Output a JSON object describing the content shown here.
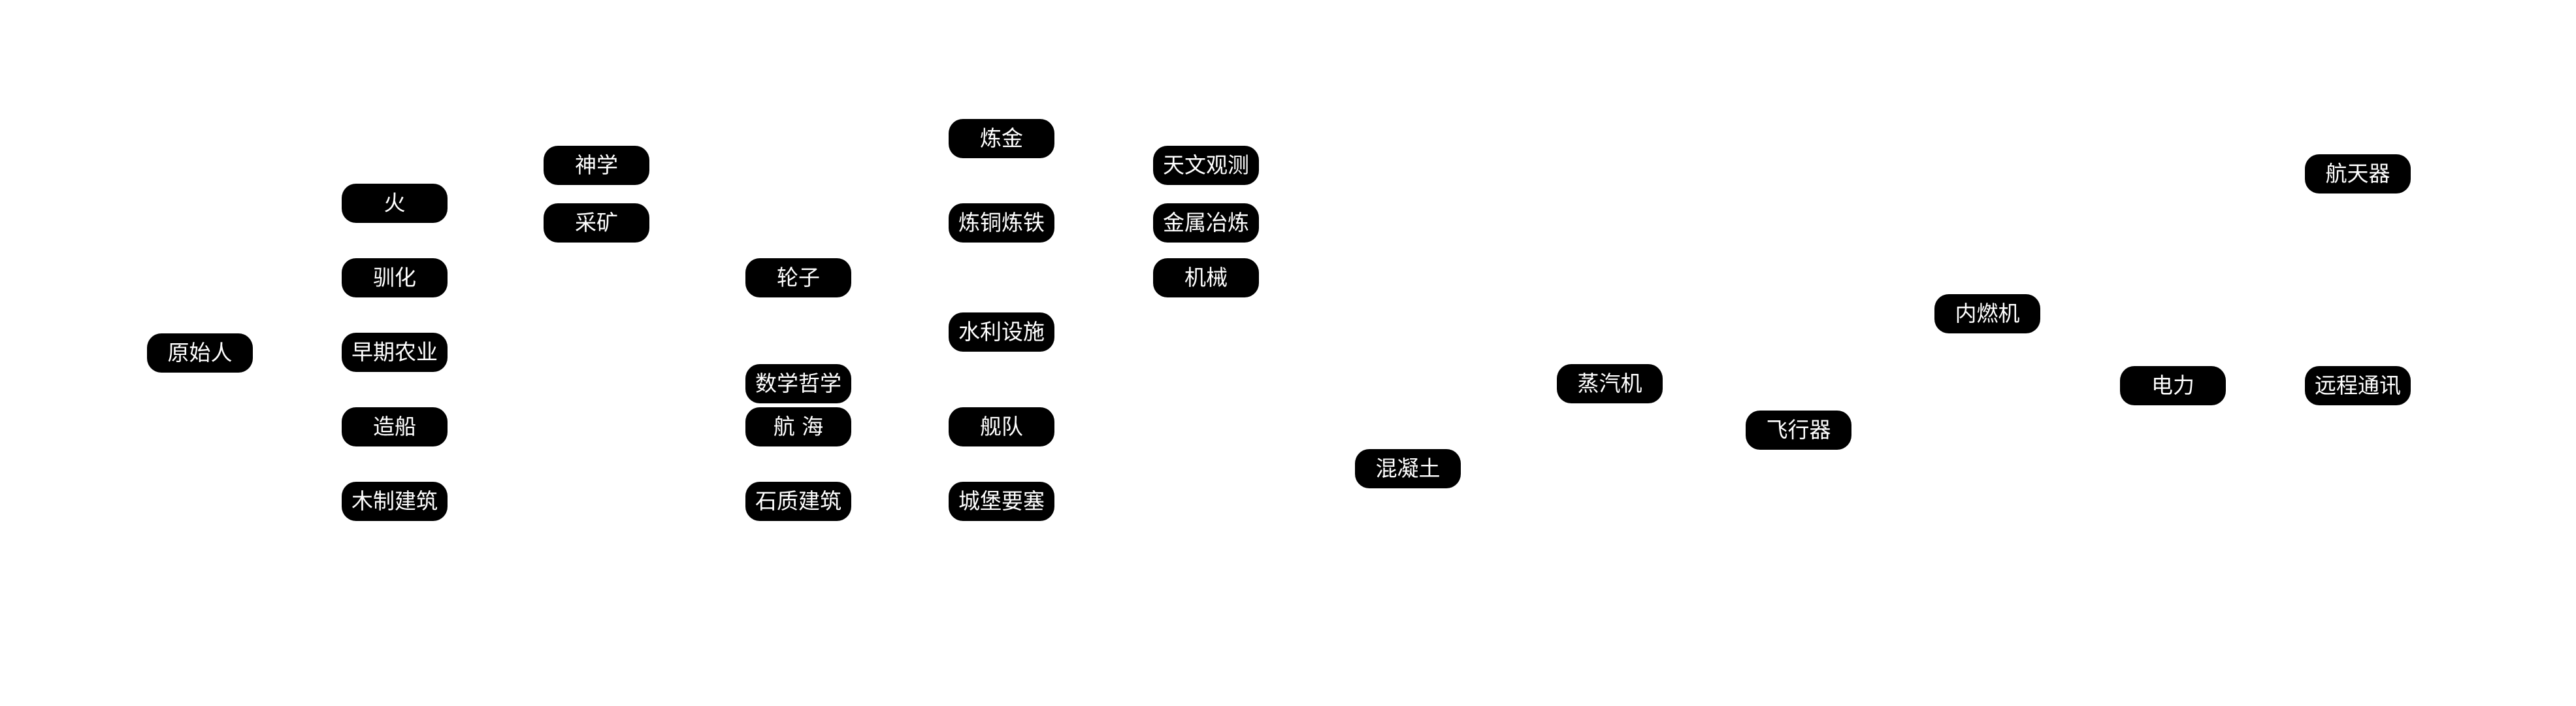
{
  "colors": {
    "background": "#ffffff",
    "node_fill": "#000000",
    "node_text": "#ffffff"
  },
  "nodes": [
    {
      "id": "primitive-man",
      "label": "原始人"
    },
    {
      "id": "fire",
      "label": "火"
    },
    {
      "id": "domestication",
      "label": "驯化"
    },
    {
      "id": "early-agriculture",
      "label": "早期农业"
    },
    {
      "id": "shipbuilding",
      "label": "造船"
    },
    {
      "id": "wooden-architecture",
      "label": "木制建筑"
    },
    {
      "id": "theology",
      "label": "神学"
    },
    {
      "id": "mining",
      "label": "采矿"
    },
    {
      "id": "wheel",
      "label": "轮子"
    },
    {
      "id": "math-philosophy",
      "label": "数学哲学"
    },
    {
      "id": "navigation",
      "label": "航 海"
    },
    {
      "id": "stone-architecture",
      "label": "石质建筑"
    },
    {
      "id": "alchemy",
      "label": "炼金"
    },
    {
      "id": "copper-iron-smelting",
      "label": "炼铜炼铁"
    },
    {
      "id": "water-conservancy",
      "label": "水利设施"
    },
    {
      "id": "fleet",
      "label": "舰队"
    },
    {
      "id": "castle-fortress",
      "label": "城堡要塞"
    },
    {
      "id": "astronomy",
      "label": "天文观测"
    },
    {
      "id": "metallurgy",
      "label": "金属冶炼"
    },
    {
      "id": "machinery",
      "label": "机械"
    },
    {
      "id": "concrete",
      "label": "混凝土"
    },
    {
      "id": "steam-engine",
      "label": "蒸汽机"
    },
    {
      "id": "aircraft",
      "label": "飞行器"
    },
    {
      "id": "internal-combustion",
      "label": "内燃机"
    },
    {
      "id": "electricity",
      "label": "电力"
    },
    {
      "id": "aerospace",
      "label": "航天器"
    },
    {
      "id": "telecommunication",
      "label": "远程通讯"
    }
  ]
}
